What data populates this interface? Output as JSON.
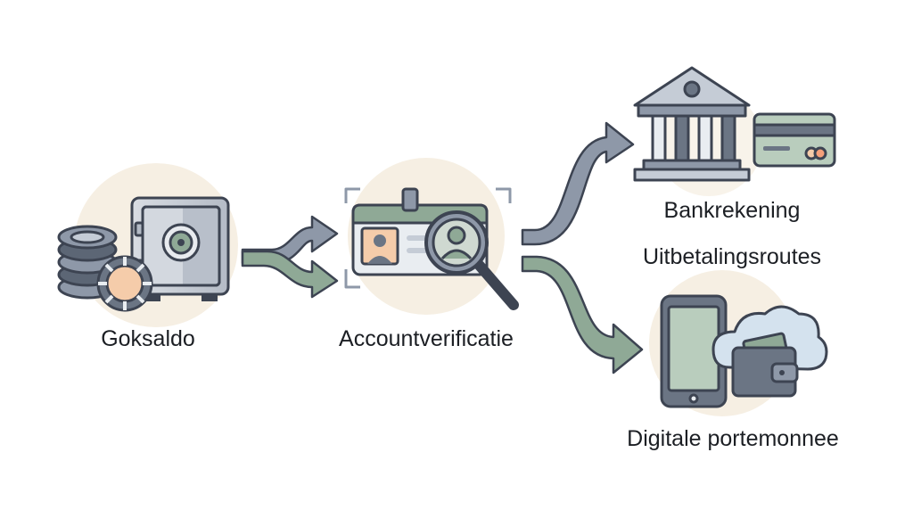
{
  "nodes": {
    "balance": {
      "label": "Goksaldo",
      "icon": "safe-with-chips-icon"
    },
    "verification": {
      "label": "Accountverificatie",
      "icon": "id-card-magnifier-icon"
    },
    "bank": {
      "label": "Bankrekening",
      "icon": "bank-building-icon"
    },
    "routes": {
      "label": "Uitbetalingsroutes"
    },
    "wallet": {
      "label": "Digitale portemonnee",
      "icon": "phone-wallet-cloud-icon"
    }
  },
  "colors": {
    "outline": "#3d4452",
    "steel": "#8e98a8",
    "steel_light": "#c5ccd6",
    "sage": "#8fa996",
    "sage_light": "#b9cdbd",
    "peach": "#f5ccaa",
    "beige": "#f6efe3"
  }
}
